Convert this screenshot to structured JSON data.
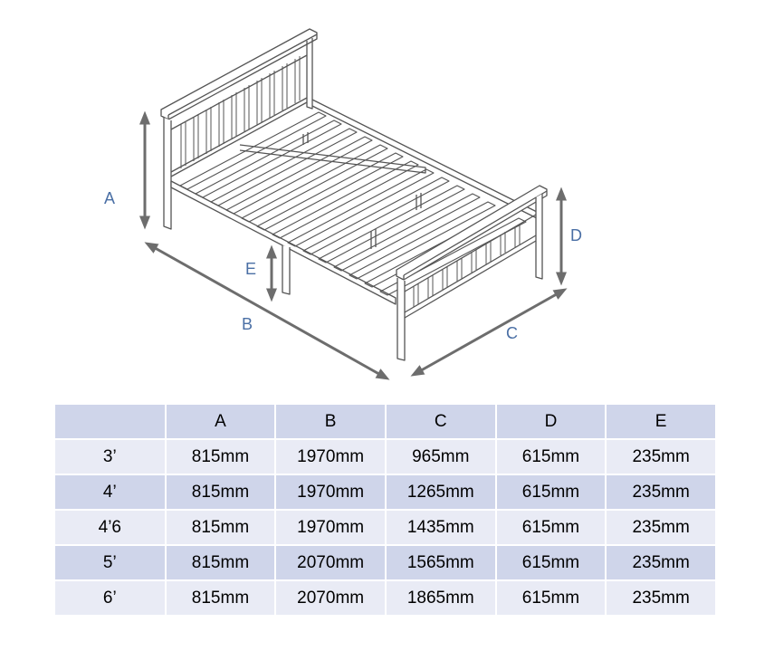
{
  "diagram": {
    "labels": {
      "a": "A",
      "b": "B",
      "c": "C",
      "d": "D",
      "e": "E"
    },
    "colors": {
      "line": "#555555",
      "arrow": "#6d6d6d",
      "label": "#4a6fa5"
    }
  },
  "table": {
    "headers": [
      "",
      "A",
      "B",
      "C",
      "D",
      "E"
    ],
    "rows": [
      [
        "3’",
        "815mm",
        "1970mm",
        "965mm",
        "615mm",
        "235mm"
      ],
      [
        "4’",
        "815mm",
        "1970mm",
        "1265mm",
        "615mm",
        "235mm"
      ],
      [
        "4’6",
        "815mm",
        "1970mm",
        "1435mm",
        "615mm",
        "235mm"
      ],
      [
        "5’",
        "815mm",
        "2070mm",
        "1565mm",
        "615mm",
        "235mm"
      ],
      [
        "6’",
        "815mm",
        "2070mm",
        "1865mm",
        "615mm",
        "235mm"
      ]
    ],
    "colors": {
      "header_bg": "#cfd5ea",
      "row_light": "#e9ebf5",
      "row_dark": "#cfd5ea"
    }
  }
}
